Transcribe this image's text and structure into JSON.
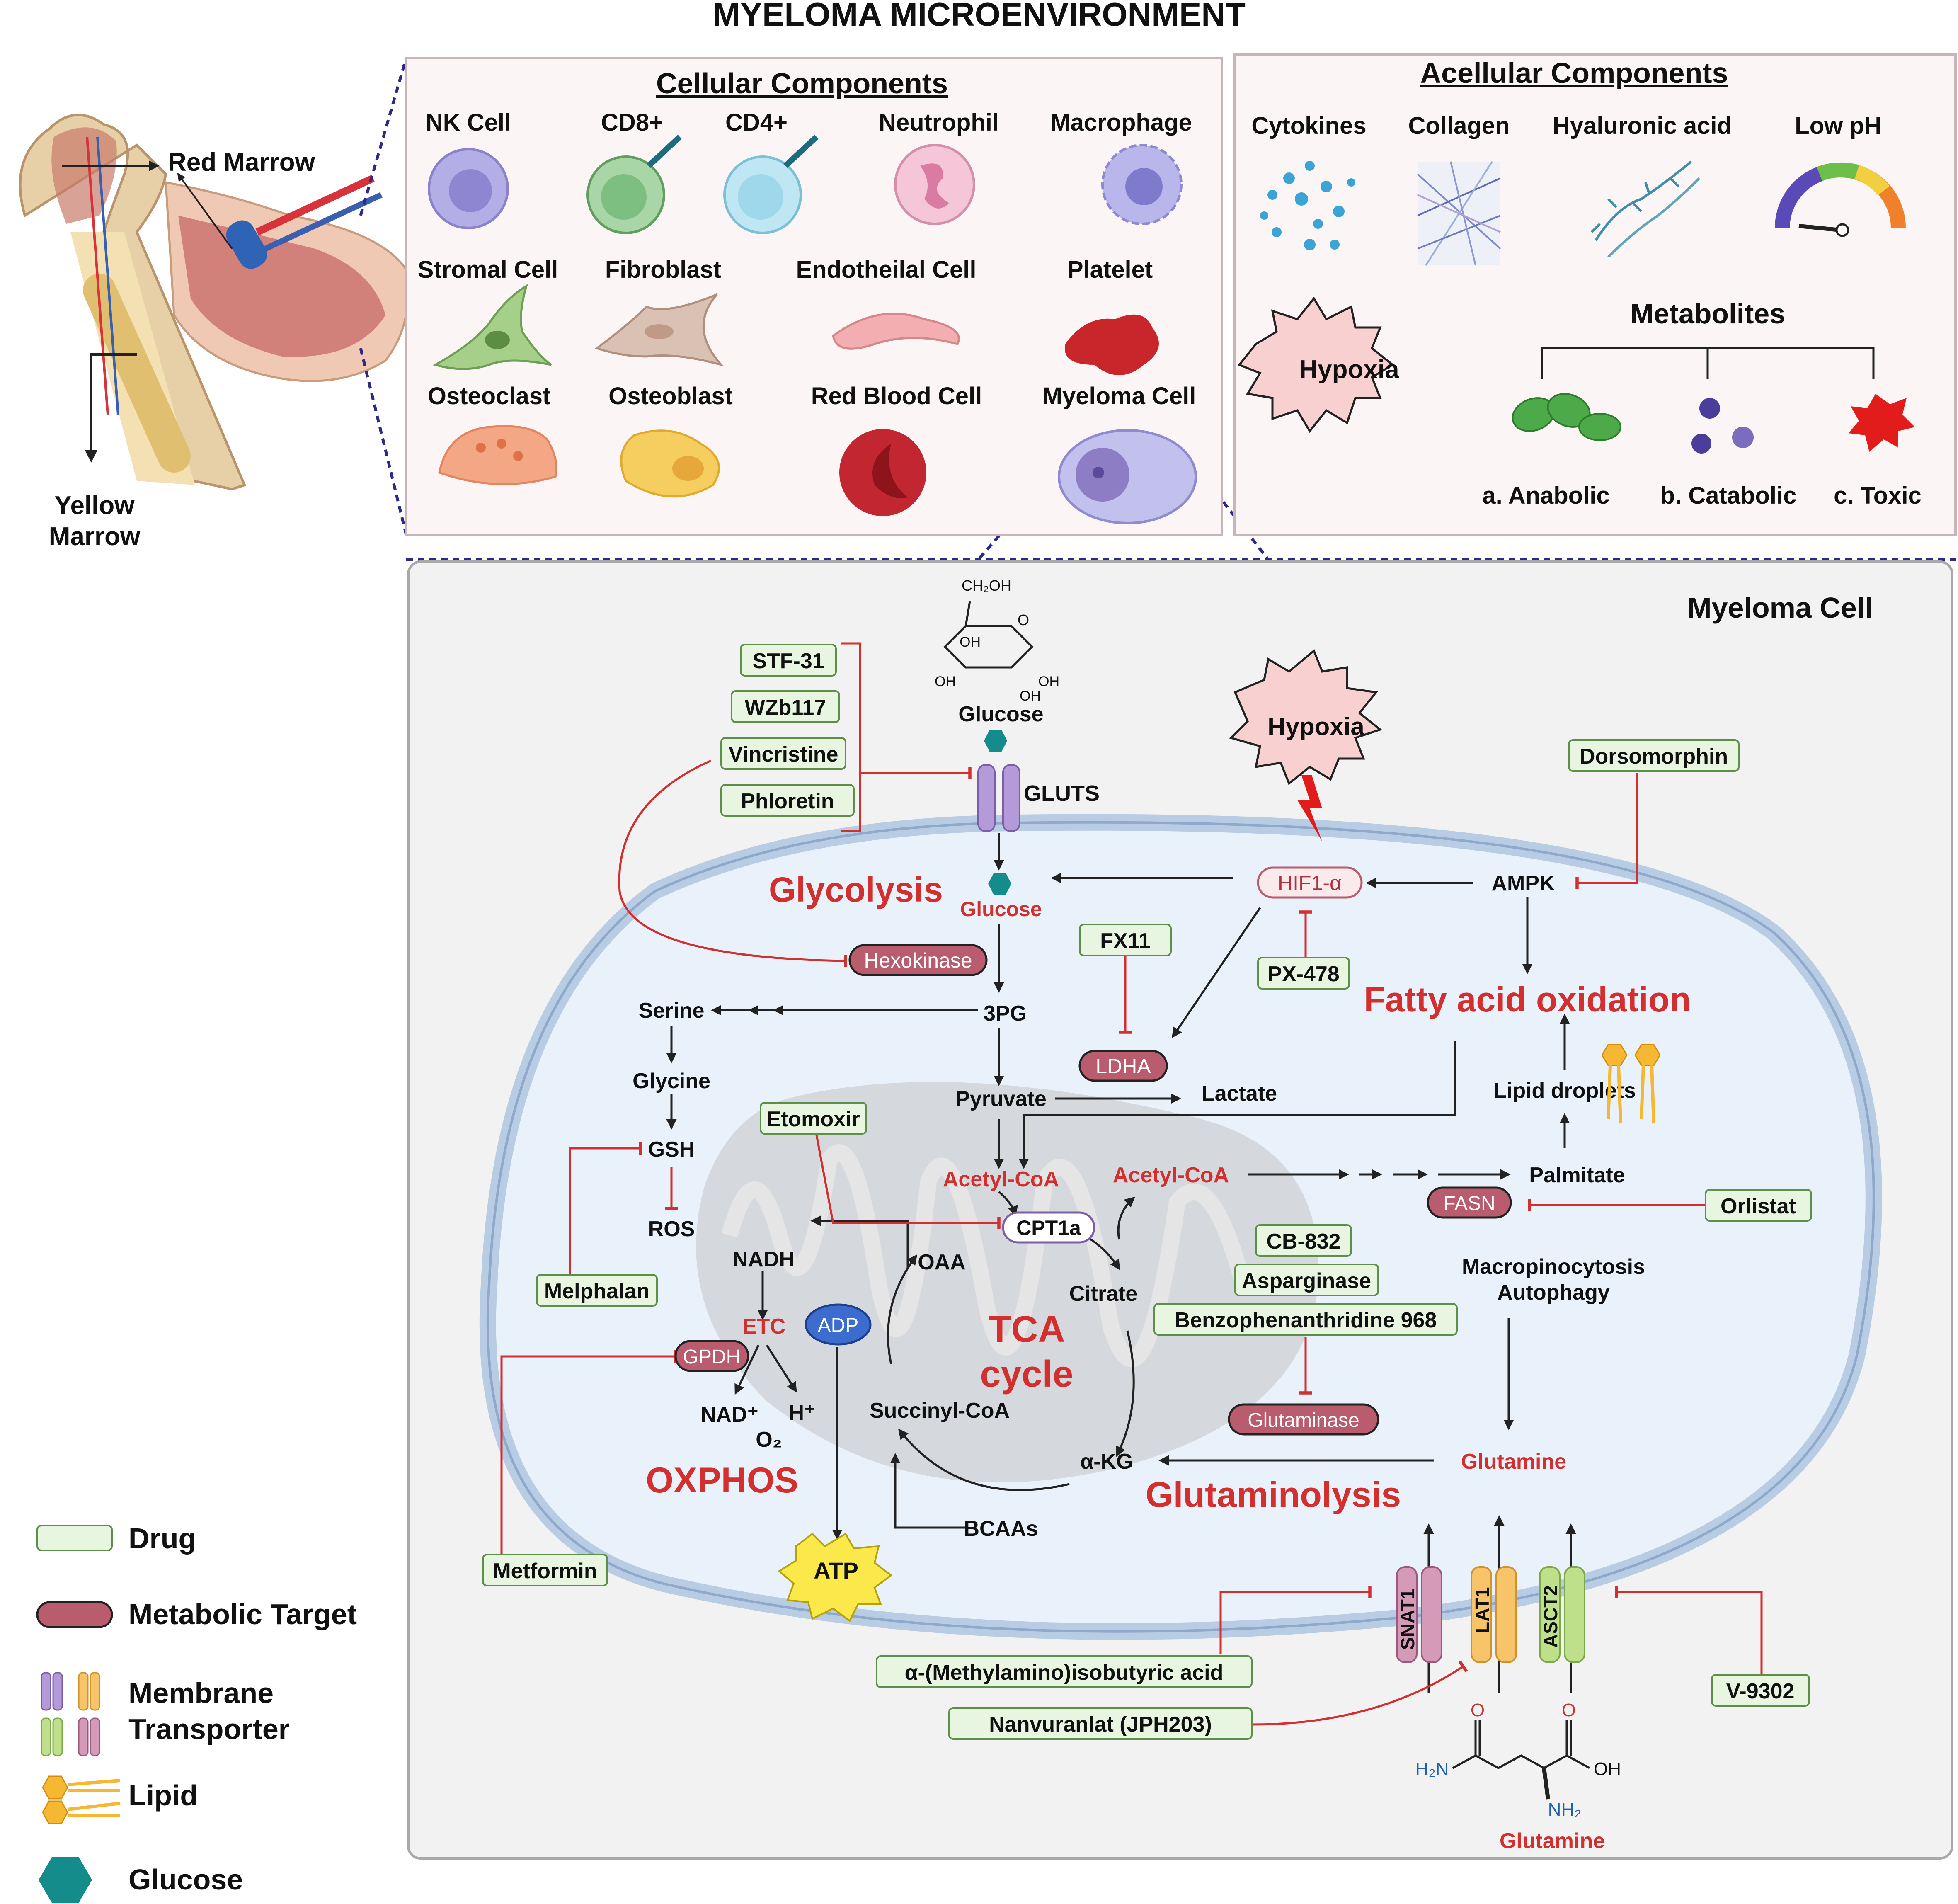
{
  "title": "MYELOMA MICROENVIRONMENT",
  "bone": {
    "red_marrow": "Red Marrow",
    "yellow_marrow_1": "Yellow",
    "yellow_marrow_2": "Marrow"
  },
  "cellular": {
    "heading": "Cellular Components",
    "cells": [
      "NK Cell",
      "CD8+",
      "CD4+",
      "Neutrophil",
      "Macrophage",
      "Stromal Cell",
      "Fibroblast",
      "Endotheilal Cell",
      "Platelet",
      "Osteoclast",
      "Osteoblast",
      "Red Blood Cell",
      "Myeloma Cell"
    ]
  },
  "acellular": {
    "heading": "Acellular Components",
    "items": [
      "Cytokines",
      "Collagen",
      "Hyaluronic acid",
      "Low pH"
    ],
    "hypoxia": "Hypoxia",
    "metabolites": "Metabolites",
    "metabolite_types": [
      "a. Anabolic",
      "b. Catabolic",
      "c. Toxic"
    ]
  },
  "cell": {
    "heading": "Myeloma Cell",
    "glucose_struct": {
      "ch2oh": "CH₂OH",
      "o": "O",
      "oh1": "OH",
      "oh2": "OH",
      "oh3": "OH",
      "oh4": "OH"
    },
    "glucose_outside": "Glucose",
    "gluts": "GLUTS",
    "hypoxia": "Hypoxia",
    "drugs": {
      "stf31": "STF-31",
      "wzb117": "WZb117",
      "vincristine": "Vincristine",
      "phloretin": "Phloretin",
      "dorsomorphin": "Dorsomorphin",
      "fx11": "FX11",
      "px478": "PX-478",
      "etomoxir": "Etomoxir",
      "melphalan": "Melphalan",
      "cb832": "CB-832",
      "asparginase": "Asparginase",
      "benzo": "Benzophenanthridine 968",
      "orlistat": "Orlistat",
      "metformin": "Metformin",
      "mib": "α-(Methylamino)isobutyric acid",
      "nanvuranlat": "Nanvuranlat (JPH203)",
      "v9302": "V-9302"
    },
    "targets": {
      "hif1a": "HIF1-α",
      "hexokinase": "Hexokinase",
      "ldha": "LDHA",
      "cpt1a": "CPT1a",
      "gpdh": "GPDH",
      "fasn": "FASN",
      "glutaminase": "Glutaminase",
      "adp": "ADP"
    },
    "labels": {
      "glycolysis": "Glycolysis",
      "glucose_in": "Glucose",
      "ampk": "AMPK",
      "fao": "Fatty acid oxidation",
      "serine": "Serine",
      "pg3": "3PG",
      "glycine": "Glycine",
      "pyruvate": "Pyruvate",
      "lactate": "Lactate",
      "lipid_droplets": "Lipid droplets",
      "gsh": "GSH",
      "ros": "ROS",
      "acetyl_coa_1": "Acetyl-CoA",
      "acetyl_coa_2": "Acetyl-CoA",
      "palmitate": "Palmitate",
      "nadh": "NADH",
      "oaa": "OAA",
      "citrate": "Citrate",
      "etc": "ETC",
      "tca1": "TCA",
      "tca2": "cycle",
      "nad": "NAD⁺",
      "hplus": "H⁺",
      "o2": "O₂",
      "succinyl": "Succinyl-CoA",
      "akg": "α-KG",
      "macropino": "Macropinocytosis",
      "autophagy": "Autophagy",
      "glutamine_in": "Glutamine",
      "oxphos": "OXPHOS",
      "glutaminolysis": "Glutaminolysis",
      "bcaas": "BCAAs",
      "atp": "ATP"
    },
    "transporters": [
      "SNAT1",
      "LAT1",
      "ASCT2"
    ],
    "glutamine_struct": {
      "o1": "O",
      "o2": "O",
      "oh": "OH",
      "h2n": "H₂N",
      "nh2": "NH₂",
      "name": "Glutamine"
    }
  },
  "legend": {
    "drug": "Drug",
    "metabolic_target": "Metabolic Target",
    "membrane_1": "Membrane",
    "membrane_2": "Transporter",
    "lipid": "Lipid",
    "glucose": "Glucose"
  },
  "colors": {
    "drug_fill": "#e8f5e1",
    "drug_stroke": "#5e8f4a",
    "target_fill": "#b85c6e",
    "red_text": "#d32f2f",
    "cell_fill": "#e9f1fa",
    "membrane": "#b8cce4"
  }
}
